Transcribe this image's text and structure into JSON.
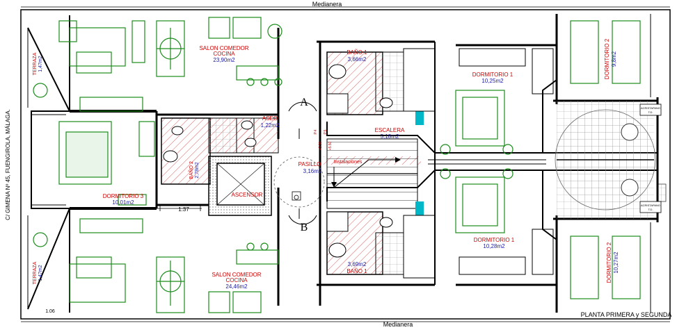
{
  "labels": {
    "top_neighbor": "Medianera",
    "bottom_neighbor": "Medianera",
    "street": "C/ GIMENA Nº 45, FUENGIROLA, MÁLAGA.",
    "plan_title": "PLANTA PRIMERA y SEGUNDA"
  },
  "rooms": {
    "salon_top_name": "SALON COMEDOR",
    "salon_top_sub": "COCINA",
    "salon_top_area": "23,90m2",
    "salon_bottom_name": "SALON COMEDOR",
    "salon_bottom_sub": "COCINA",
    "salon_bottom_area": "24,46m2",
    "terraza_top": "TERRAZA",
    "terraza_top_area": "1,47m2",
    "terraza_bottom": "TERRAZA",
    "terraza_bottom_area": "1,47m2",
    "dorm3_name": "DORMITORIO 3",
    "dorm3_area": "10,01m2",
    "aseo_name": "ASEO",
    "aseo_area": "1,22m2",
    "bano2_name": "BAÑO 2",
    "bano2_area": "2,78m2",
    "ascensor": "ASCENSOR",
    "pasillo_name": "PASILLO",
    "pasillo_area": "3,16m2",
    "bano1_top_name": "BAÑO 1",
    "bano1_top_area": "3,66m2",
    "bano1_bottom_name": "BAÑO 1",
    "bano1_bottom_area": "3,69m2",
    "escalera_name": "ESCALERA",
    "escalera_area": "5,18m2",
    "instalaciones": "Instalaciones",
    "dorm1_top_name": "DORMITORIO 1",
    "dorm1_top_area": "10,25m2",
    "dorm1_bottom_name": "DORMITORIO 1",
    "dorm1_bottom_area": "10,28m2",
    "dorm2_top_name": "DORMITORIO 2",
    "dorm2_top_area": "9,8m2",
    "dorm2_bottom_name": "DORMITORIO 2",
    "dorm2_bottom_area": "10,27m2",
    "acristalado_top_1": "ACRISTAPANO",
    "acristalado_top_2": "T.D.",
    "acristalado_bottom_1": "ACRISTAPANO",
    "acristalado_bottom_2": "T.D."
  },
  "marks": {
    "section_a": "A",
    "section_b": "B",
    "dim_137": "1.37",
    "dim_106": "1.06",
    "level_1": "P.4",
    "level_2": "+5.50",
    "level_3": "P.5",
    "level_4": "+5.50"
  },
  "colors": {
    "wall": "#000000",
    "furniture": "#1a8c1a",
    "label_red": "#cc0000",
    "label_blue": "#1a1aa0",
    "tile": "#e06060",
    "water": "#00b7c7",
    "grid": "#8a8a8a"
  }
}
